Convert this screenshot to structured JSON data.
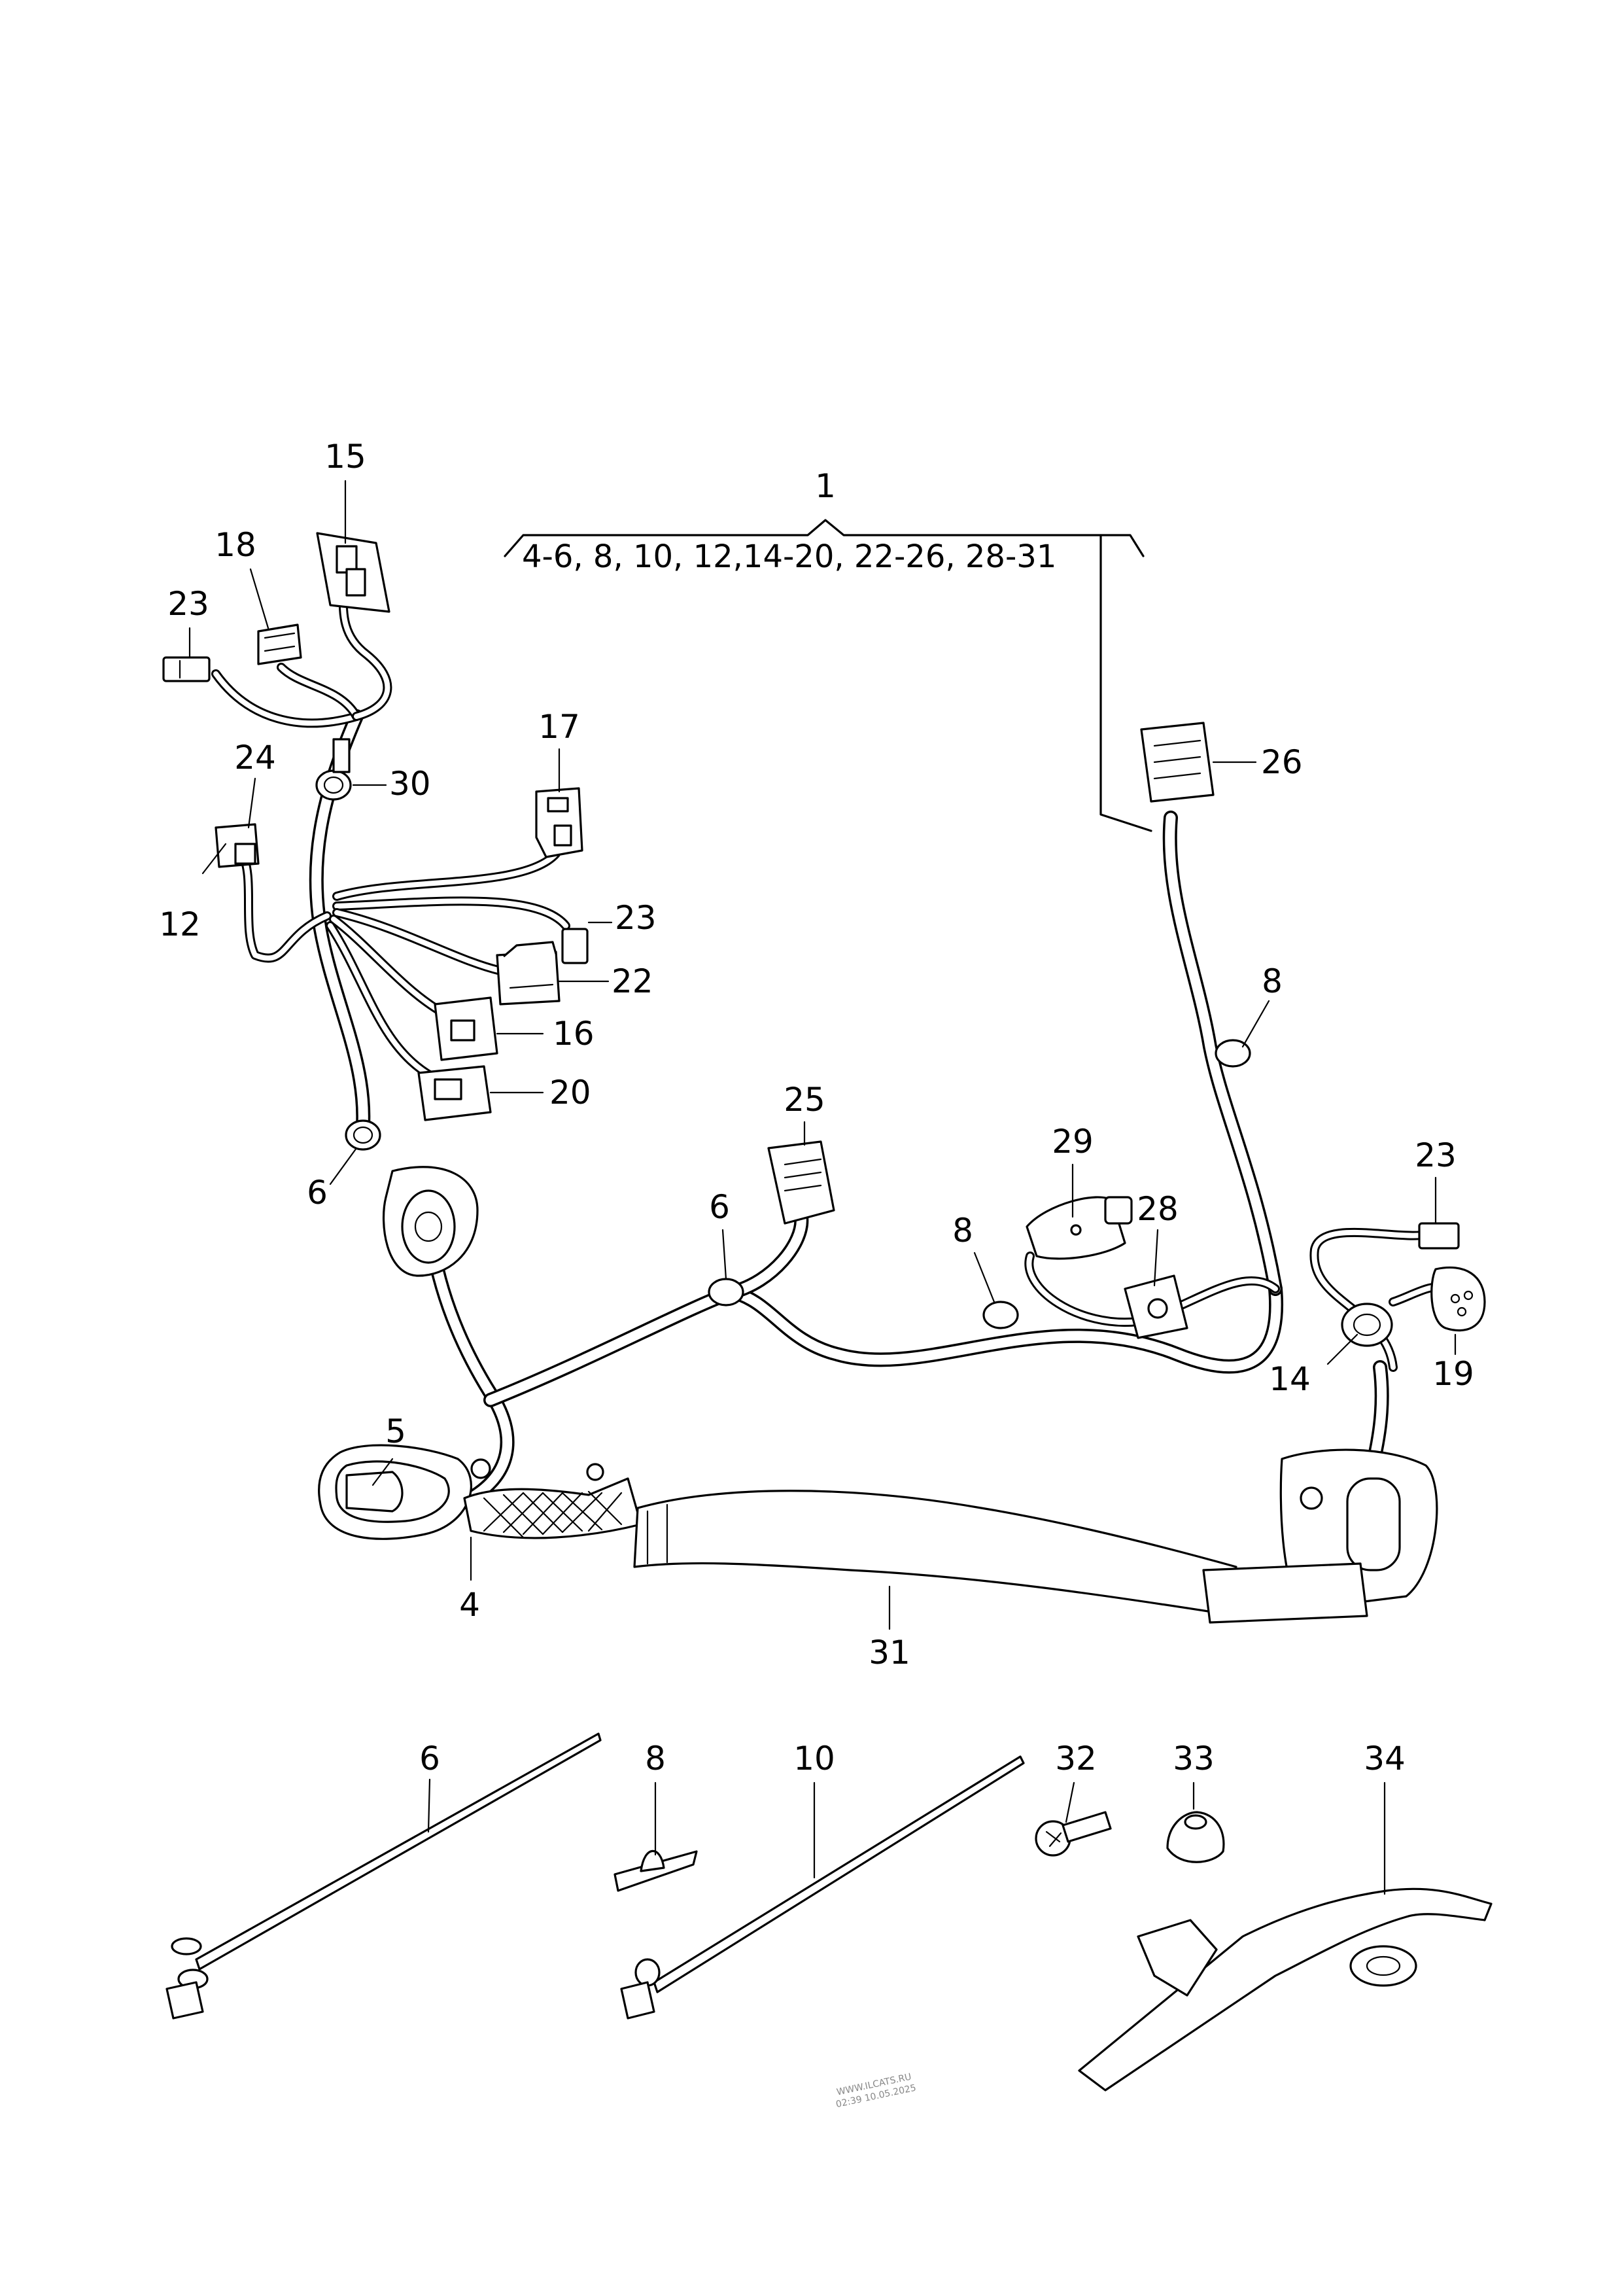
{
  "header_group": {
    "label": "1",
    "range": "4-6, 8, 10, 12,14-20, 22-26, 28-31"
  },
  "callouts": {
    "c4": "4",
    "c5": "5",
    "c6a": "6",
    "c6b": "6",
    "c6c": "6",
    "c8a": "8",
    "c8b": "8",
    "c8c": "8",
    "c10": "10",
    "c12": "12",
    "c14": "14",
    "c15": "15",
    "c16": "16",
    "c17": "17",
    "c18": "18",
    "c19": "19",
    "c20": "20",
    "c22": "22",
    "c23a": "23",
    "c23b": "23",
    "c23c": "23",
    "c24": "24",
    "c25": "25",
    "c26": "26",
    "c28": "28",
    "c29": "29",
    "c30": "30",
    "c31": "31",
    "c32": "32",
    "c33": "33",
    "c34": "34"
  },
  "watermark": {
    "line1": "WWW.ILCATS.RU",
    "line2": "02:39 10.05.2025"
  }
}
